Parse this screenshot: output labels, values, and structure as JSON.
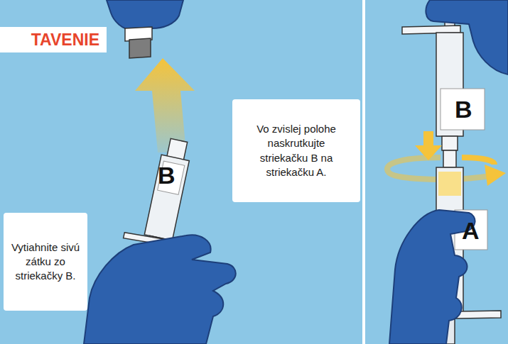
{
  "diagram": {
    "title": "TAVENIE",
    "nodes": [
      {
        "text": [
          "Vytiahnite sivú zátku zo striekačky B."
        ]
      },
      {
        "text": [
          "Vo zvislej polohe naskrutkujte striekačku B na striekačku A."
        ]
      }
    ],
    "labels": [
      "B",
      "B",
      "A"
    ]
  }
}
